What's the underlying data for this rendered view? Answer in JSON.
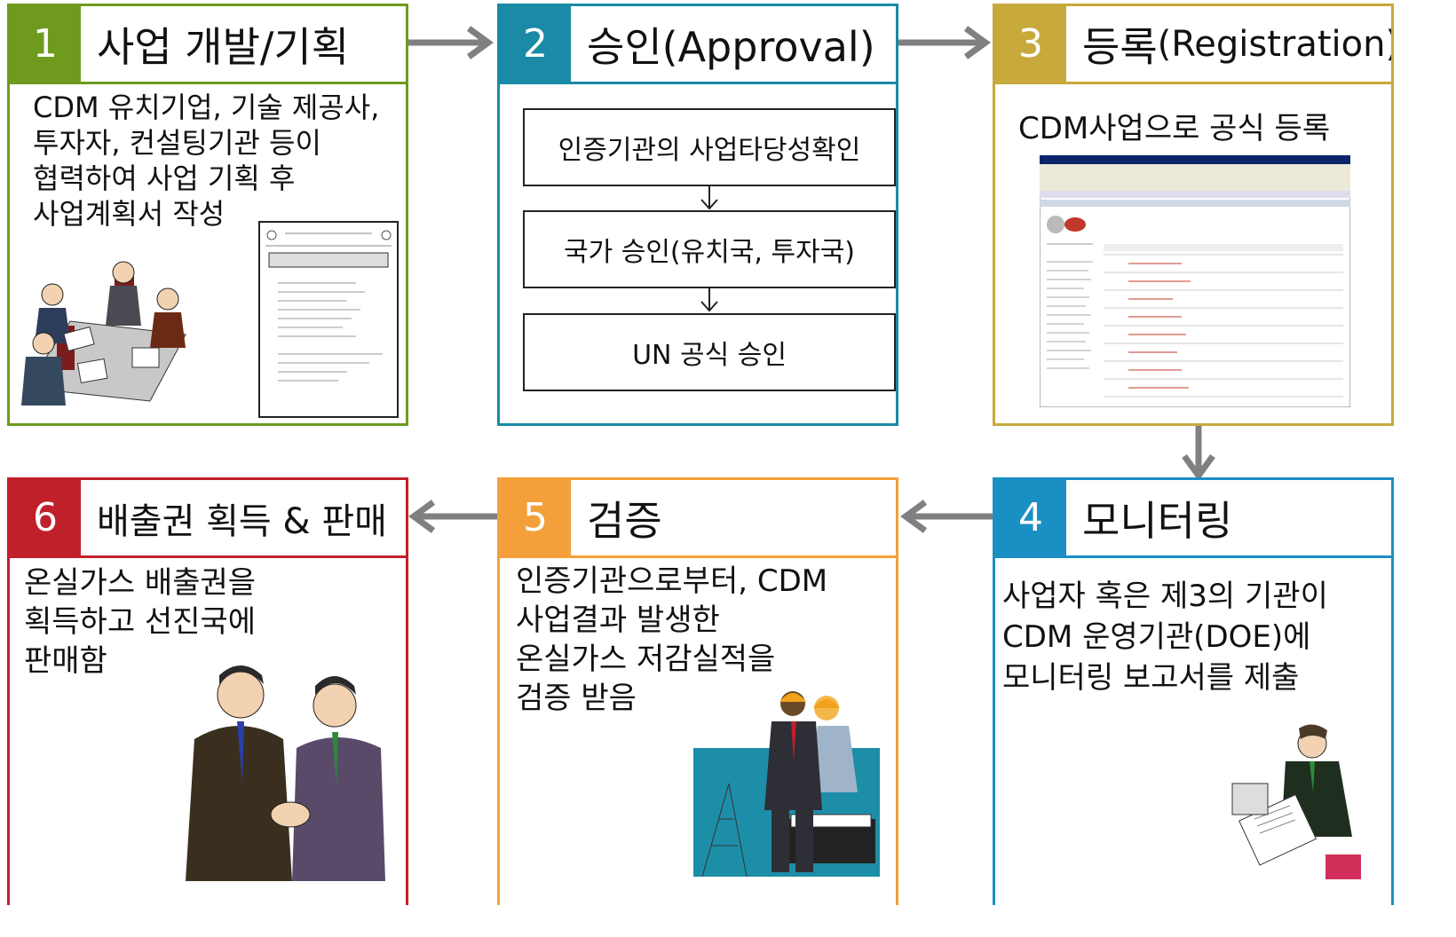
{
  "colors": {
    "stage1": "#6e9b1e",
    "stage2": "#1a8aa6",
    "stage3": "#c7a93c",
    "stage4": "#1a8fc4",
    "stage5": "#f4a03a",
    "stage6": "#c0202a",
    "arrow": "#808080"
  },
  "stages": [
    {
      "num": "1",
      "title": "사업 개발/기획",
      "text": "CDM 유치기업, 기술 제공사,\n투자자, 컨설팅기관 등이\n협력하여 사업 기획 후\n사업계획서 작성"
    },
    {
      "num": "2",
      "title": "승인(Approval)",
      "steps": [
        "인증기관의 사업타당성확인",
        "국가 승인(유치국, 투자국)",
        "UN 공식 승인"
      ]
    },
    {
      "num": "3",
      "title_main": "등록",
      "title_sub": "(Registration)",
      "text": "CDM사업으로 공식 등록"
    },
    {
      "num": "4",
      "title": "모니터링",
      "text": "사업자 혹은 제3의 기관이\nCDM 운영기관(DOE)에\n모니터링 보고서를 제출"
    },
    {
      "num": "5",
      "title": "검증",
      "text": "인증기관으로부터, CDM\n사업결과 발생한\n온실가스 저감실적을\n검증 받음"
    },
    {
      "num": "6",
      "title": "배출권 획득 & 판매",
      "text": "온실가스 배출권을\n획득하고 선진국에\n판매함"
    }
  ],
  "icons": [
    "meeting-illustration",
    "document-illustration",
    "browser-screenshot-illustration",
    "businessman-writing-illustration",
    "engineers-illustration",
    "handshake-illustration"
  ]
}
